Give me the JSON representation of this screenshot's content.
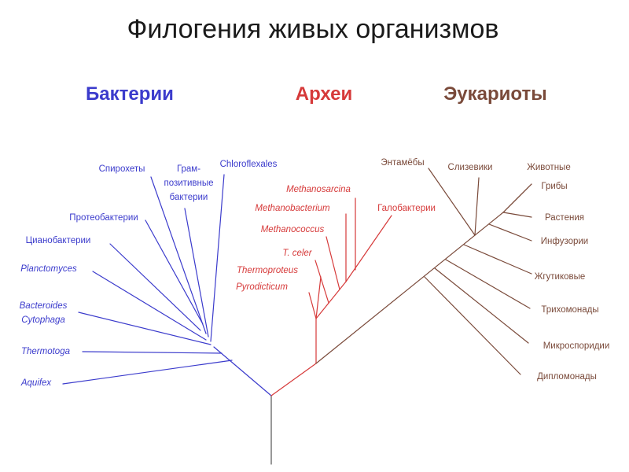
{
  "title": "Филогения живых организмов",
  "colors": {
    "bacteria": "#3b3bcc",
    "archaea": "#d63a3a",
    "eukaryota": "#7a4a3a",
    "root": "#555555",
    "title": "#1a1a1a"
  },
  "groups": {
    "bacteria": "Бактерии",
    "archaea": "Археи",
    "eukaryota": "Эукариоты"
  },
  "taxa": {
    "bacteria": [
      "Спирохеты",
      "Грам-",
      "позитивные",
      "бактерии",
      "Chloroflexales",
      "Протеобактерии",
      "Цианобактерии",
      "Planctomyces",
      "Bacteroides",
      "Cytophaga",
      "Thermotoga",
      "Aquifex"
    ],
    "archaea": [
      "Methanosarcina",
      "Methanobacterium",
      "Галобактерии",
      "Methanococcus",
      "T. celer",
      "Thermoproteus",
      "Pyrodicticum"
    ],
    "eukaryota": [
      "Энтамёбы",
      "Слизевики",
      "Животные",
      "Грибы",
      "Растения",
      "Инфузории",
      "Жгутиковые",
      "Трихомонады",
      "Микроспоридии",
      "Дипломонады"
    ]
  }
}
